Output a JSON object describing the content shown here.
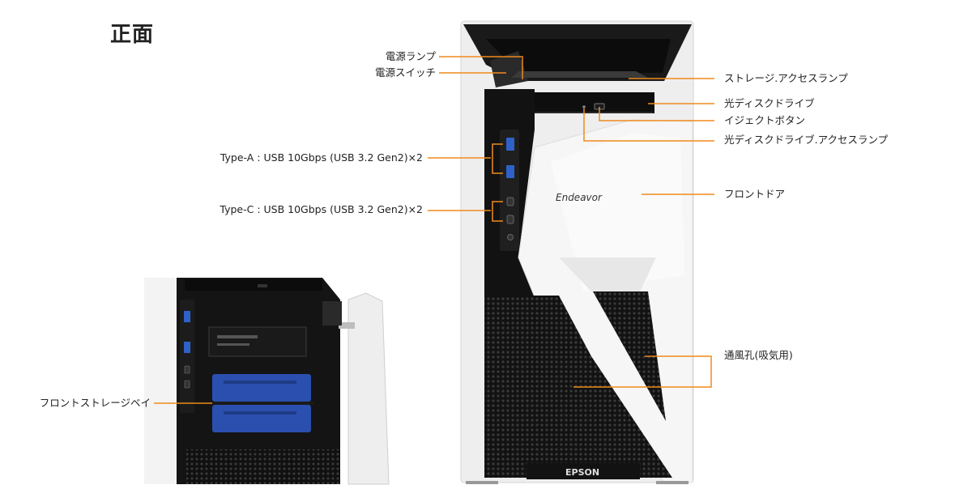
{
  "page_title": "正面",
  "product": {
    "model_name": "Endeavor",
    "brand": "EPSON"
  },
  "callouts": {
    "power_lamp": "電源ランプ",
    "power_switch": "電源スイッチ",
    "storage_access_lamp": "ストレージ.アクセスランプ",
    "optical_drive": "光ディスクドライブ",
    "eject_button": "イジェクトボタン",
    "optical_access_lamp": "光ディスクドライブ.アクセスランプ",
    "usb_type_a": "Type-A : USB 10Gbps (USB 3.2 Gen2)×2",
    "usb_type_c": "Type-C : USB 10Gbps (USB 3.2 Gen2)×2",
    "front_door": "フロントドア",
    "vent": "通風孔(吸気用)",
    "front_storage_bay": "フロントストレージベイ"
  },
  "colors": {
    "leader_line": "#f08a1c",
    "case_white": "#f1f1f1",
    "case_black": "#141414",
    "drive_bay_blue": "#2b4fae"
  }
}
